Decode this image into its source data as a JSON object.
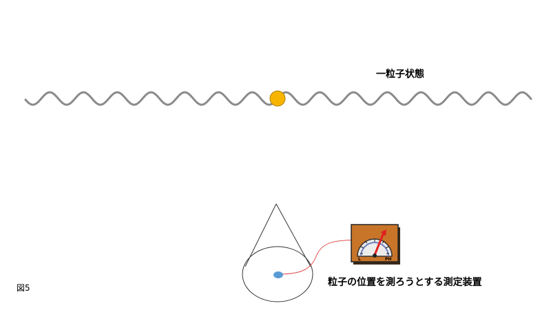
{
  "labels": {
    "particle_state": "一粒子状態",
    "measuring_device": "粒子の位置を測ろうとする測定装置",
    "figure_number": "図5"
  },
  "gauge": {
    "low_label": "L",
    "high_label": "PH"
  },
  "colors": {
    "wave": "#8a8a8a",
    "particle": "#f7b500",
    "particle_outline": "#b07d00",
    "cone_outline": "#333333",
    "detector_point": "#5b9bd5",
    "connector": "#e05050",
    "gauge_frame": "#c8752a",
    "gauge_needle": "#e02020"
  }
}
